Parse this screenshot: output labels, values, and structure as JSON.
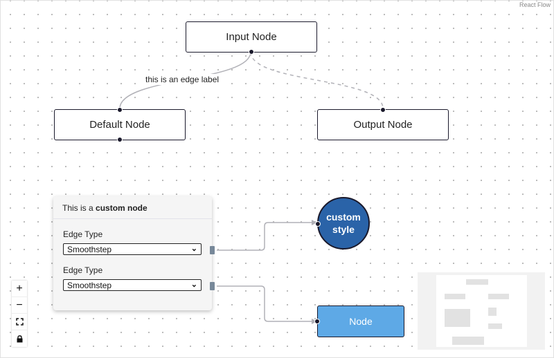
{
  "attribution": "React Flow",
  "nodes": {
    "input": "Input Node",
    "default": "Default Node",
    "output": "Output Node",
    "circle_line1": "custom",
    "circle_line2": "style",
    "blue": "Node"
  },
  "edge_label": "this is an edge label",
  "custom_node": {
    "title_prefix": "This is a ",
    "title_bold": "custom node",
    "rows": [
      {
        "label": "Edge Type",
        "value": "Smoothstep"
      },
      {
        "label": "Edge Type",
        "value": "Smoothstep"
      }
    ]
  },
  "controls": {
    "zoom_in": "+",
    "zoom_out": "−"
  },
  "colors": {
    "node_border": "#1a192b",
    "circle_fill": "#2a63a8",
    "blue_node_fill": "#5ea9e6",
    "handle": "#778899"
  }
}
